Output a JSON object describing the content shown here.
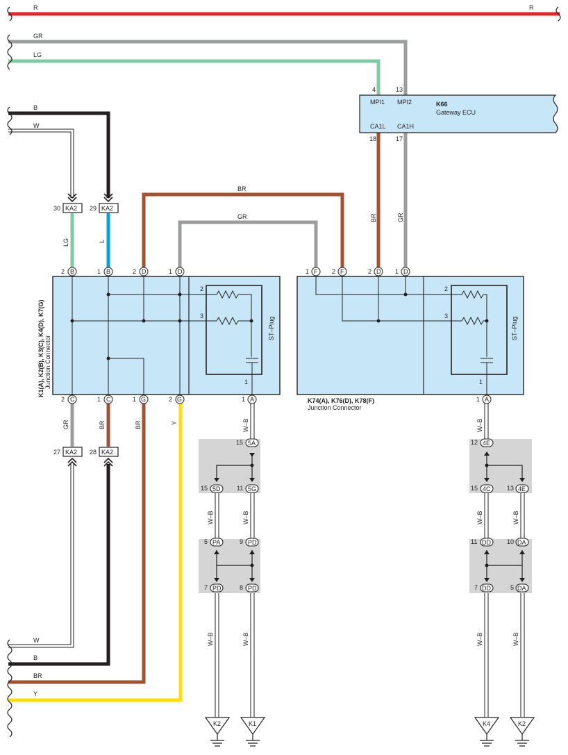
{
  "colors": {
    "R": "#e8212c",
    "GR": "#9b9c9e",
    "LG": "#7fcca0",
    "B": "#231f20",
    "W": "#ffffff",
    "L": "#00a4e4",
    "BR": "#a5502f",
    "Y": "#ffde00",
    "box_fill": "#c7e7f8",
    "splice_fill": "#d5d5d5"
  },
  "wires": {
    "r": "R",
    "gr": "GR",
    "lg": "LG",
    "b": "B",
    "w": "W",
    "l": "L",
    "br": "BR",
    "y": "Y",
    "wb": "W–B"
  },
  "ecu": {
    "name": "K66",
    "desc": "Gateway ECU",
    "mpi1": "MPI1",
    "mpi2": "MPI2",
    "ca1l": "CA1L",
    "ca1h": "CA1H",
    "p4": "4",
    "p13": "13",
    "p18": "18",
    "p17": "17"
  },
  "ka2": {
    "label": "KA2",
    "p30": "30",
    "p29": "29",
    "p27": "27",
    "p28": "28"
  },
  "jc_left": {
    "name": "K1(A), K2(B), K3(C), K4(D), K7(G)",
    "desc": "Junction Connector",
    "st_plug": "ST–Plug",
    "pins_top": [
      {
        "num": "2",
        "letter": "B"
      },
      {
        "num": "1",
        "letter": "B"
      },
      {
        "num": "2",
        "letter": "D"
      },
      {
        "num": "1",
        "letter": "D"
      }
    ],
    "pins_bottom": [
      {
        "num": "2",
        "letter": "C"
      },
      {
        "num": "1",
        "letter": "C"
      },
      {
        "num": "1",
        "letter": "G"
      },
      {
        "num": "2",
        "letter": "G"
      },
      {
        "num": "1",
        "letter": "A"
      }
    ],
    "inner": {
      "p2": "2",
      "p3": "3",
      "p1": "1"
    }
  },
  "jc_right": {
    "name": "K74(A), K76(D), K78(F)",
    "desc": "Junction Connector",
    "st_plug": "ST–Plug",
    "pins_top": [
      {
        "num": "1",
        "letter": "F"
      },
      {
        "num": "2",
        "letter": "F"
      },
      {
        "num": "2",
        "letter": "D"
      },
      {
        "num": "1",
        "letter": "D"
      }
    ],
    "pins_bottom": [
      {
        "num": "1",
        "letter": "A"
      }
    ],
    "inner": {
      "p2": "2",
      "p3": "3",
      "p1": "1"
    }
  },
  "splices_left": [
    {
      "num": "15",
      "code": "5A"
    },
    {
      "num": "15",
      "code": "5D"
    },
    {
      "num": "11",
      "code": "5G"
    },
    {
      "num": "5",
      "code": "PA"
    },
    {
      "num": "9",
      "code": "PD"
    },
    {
      "num": "7",
      "code": "PD"
    },
    {
      "num": "8",
      "code": "PD"
    }
  ],
  "splices_right": [
    {
      "num": "12",
      "code": "4E"
    },
    {
      "num": "15",
      "code": "4C"
    },
    {
      "num": "13",
      "code": "4E"
    },
    {
      "num": "11",
      "code": "DD"
    },
    {
      "num": "10",
      "code": "DA"
    },
    {
      "num": "7",
      "code": "DD"
    },
    {
      "num": "5",
      "code": "DA"
    }
  ],
  "grounds": [
    "K2",
    "K1",
    "K4",
    "K2"
  ]
}
